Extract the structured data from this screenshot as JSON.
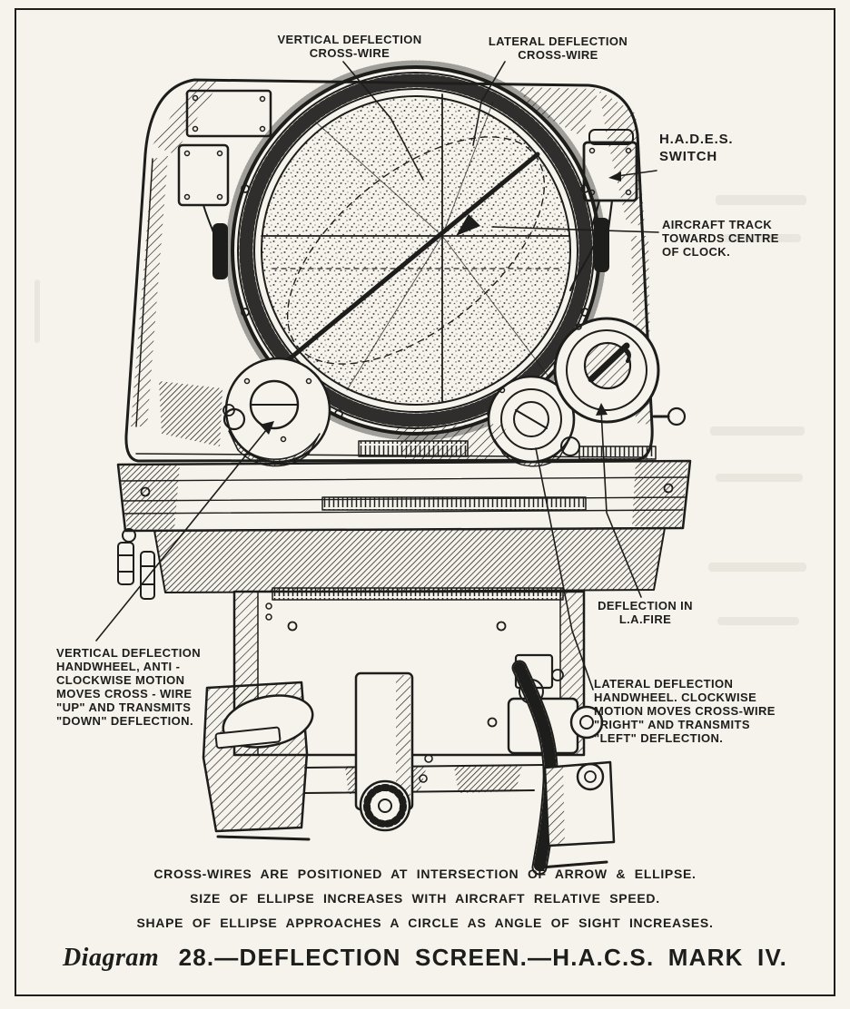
{
  "colors": {
    "paper": "#f6f3ec",
    "ink": "#1d1d1b"
  },
  "figure": {
    "callouts": {
      "vertical_cross_wire": {
        "lines": [
          "VERTICAL DEFLECTION",
          "CROSS-WIRE"
        ]
      },
      "lateral_cross_wire": {
        "lines": [
          "LATERAL DEFLECTION",
          "CROSS-WIRE"
        ]
      },
      "hades_switch": {
        "lines": [
          "H.A.D.E.S.",
          "SWITCH"
        ]
      },
      "aircraft_track": {
        "lines": [
          "AIRCRAFT TRACK",
          "TOWARDS CENTRE",
          "OF CLOCK."
        ]
      },
      "la_fire": {
        "lines": [
          "DEFLECTION IN",
          "L.A.FIRE"
        ]
      },
      "vertical_handwheel": {
        "lines": [
          "VERTICAL DEFLECTION",
          "HANDWHEEL, ANTI -",
          "CLOCKWISE MOTION",
          "MOVES CROSS - WIRE",
          "\"UP\" AND TRANSMITS",
          "\"DOWN\" DEFLECTION."
        ]
      },
      "lateral_handwheel": {
        "lines": [
          "LATERAL DEFLECTION",
          "HANDWHEEL. CLOCKWISE",
          "MOTION MOVES CROSS-WIRE",
          "\"RIGHT\" AND TRANSMITS",
          "\"LEFT\" DEFLECTION."
        ]
      }
    },
    "notes": [
      "CROSS-WIRES ARE POSITIONED AT INTERSECTION OF ARROW & ELLIPSE.",
      "SIZE OF ELLIPSE INCREASES WITH AIRCRAFT RELATIVE SPEED.",
      "SHAPE OF ELLIPSE APPROACHES A CIRCLE AS ANGLE OF SIGHT INCREASES."
    ],
    "caption": {
      "prefix": "Diagram",
      "rest": " 28.—DEFLECTION SCREEN.—H.A.C.S. MARK IV."
    }
  }
}
